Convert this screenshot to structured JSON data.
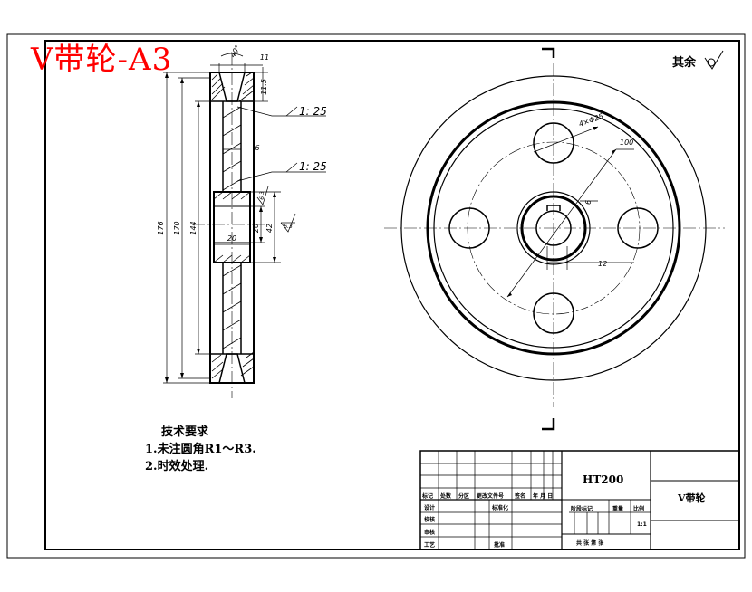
{
  "title": "V带轮-A3",
  "roughness_note": "其余",
  "material": "HT200",
  "part_name": "V带轮",
  "tech_requirements": {
    "heading": "技术要求",
    "items": [
      "1.未注圆角R1～R3.",
      "2.时效处理."
    ]
  },
  "section_dims": {
    "d176": "176",
    "d170": "170",
    "d144": "144",
    "d20": "20",
    "d20b": "20",
    "d42": "42",
    "d6": "6",
    "d11": "11",
    "d115": "11.5",
    "angle": "40°",
    "taper1": "1: 25",
    "taper2": "1: 25",
    "ra1": "6.3",
    "ra2": "6.3"
  },
  "front_dims": {
    "holes": "4×Φ25",
    "d100": "100",
    "d6": "6",
    "d12": "12"
  },
  "title_block": {
    "row_labels": [
      "标记",
      "处数",
      "分区",
      "更改文件号",
      "签名",
      "年 月 日"
    ],
    "design": "设计",
    "std": "标准化",
    "check": "校核",
    "review": "审核",
    "process": "工艺",
    "approve": "批准",
    "stage": "阶段标记",
    "weight": "重量",
    "scale": "比例",
    "scale_val": "1:1",
    "sheets": "共 张  第 张"
  }
}
